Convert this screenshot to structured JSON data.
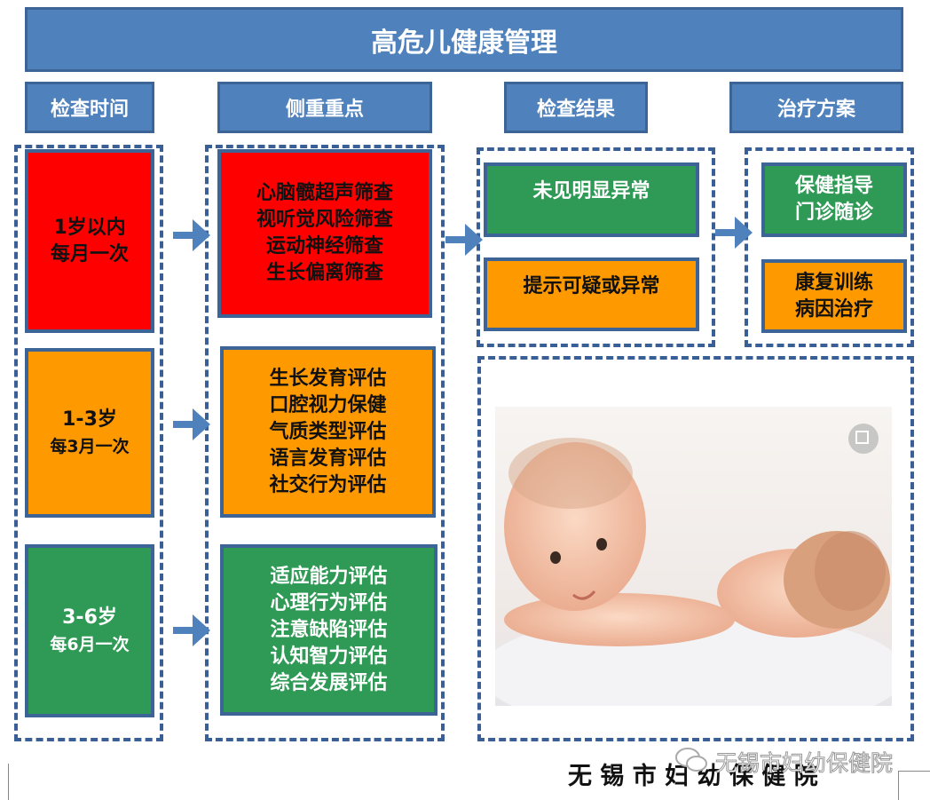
{
  "title": "高危儿健康管理",
  "headers": [
    "检查时间",
    "侧重重点",
    "检查结果",
    "治疗方案"
  ],
  "time": [
    {
      "lines": [
        "1岁以内",
        "每月一次"
      ]
    },
    {
      "lines": [
        "1-3岁",
        "每3月一次"
      ]
    },
    {
      "lines": [
        "3-6岁",
        "每6月一次"
      ]
    }
  ],
  "focus": [
    {
      "lines": [
        "心脑髋超声筛查",
        "视听觉风险筛查",
        "运动神经筛查",
        "生长偏离筛查"
      ]
    },
    {
      "lines": [
        "生长发育评估",
        "口腔视力保健",
        "气质类型评估",
        "语言发育评估",
        "社交行为评估"
      ]
    },
    {
      "lines": [
        "适应能力评估",
        "心理行为评估",
        "注意缺陷评估",
        "认知智力评估",
        "综合发展评估"
      ]
    }
  ],
  "results": [
    "未见明显异常",
    "提示可疑或异常"
  ],
  "treatment": [
    {
      "lines": [
        "保健指导",
        "门诊随诊"
      ]
    },
    {
      "lines": [
        "康复训练",
        "病因治疗"
      ]
    }
  ],
  "footer": "无 锡 市 妇 幼 保 健 院",
  "watermark": "无锡市妇幼保健院",
  "colors": {
    "blue": "#4f81bd",
    "red": "#ff0000",
    "orange": "#ff9900",
    "green": "#2f9a55"
  }
}
